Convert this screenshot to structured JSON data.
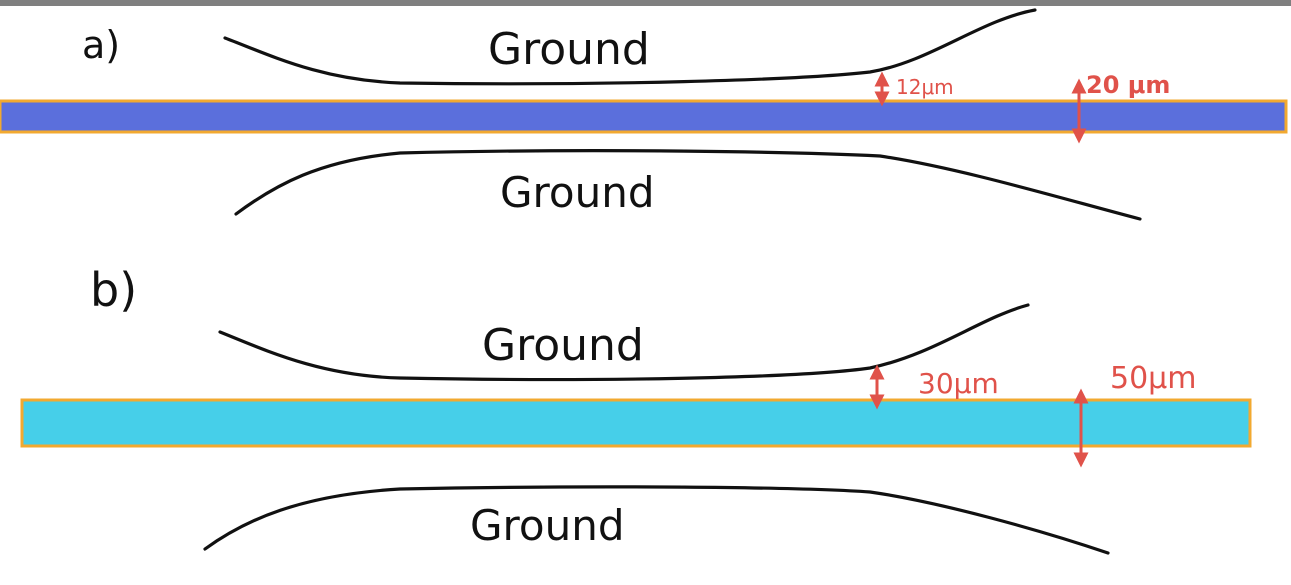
{
  "colors": {
    "top_bar": "#7f7f7f",
    "ground_line": "#111111",
    "annotation": "#e0524a",
    "strip_outline": "#f2a930",
    "strip_a_fill": "#5b6fdc",
    "strip_b_fill": "#46cfe9"
  },
  "panel_a": {
    "label": "a)",
    "ground_top": "Ground",
    "ground_bottom": "Ground",
    "gap_annotation": "12μm",
    "width_annotation": "20 μm"
  },
  "panel_b": {
    "label": "b)",
    "ground_top": "Ground",
    "ground_bottom": "Ground",
    "gap_annotation": "30μm",
    "width_annotation": "50μm"
  }
}
